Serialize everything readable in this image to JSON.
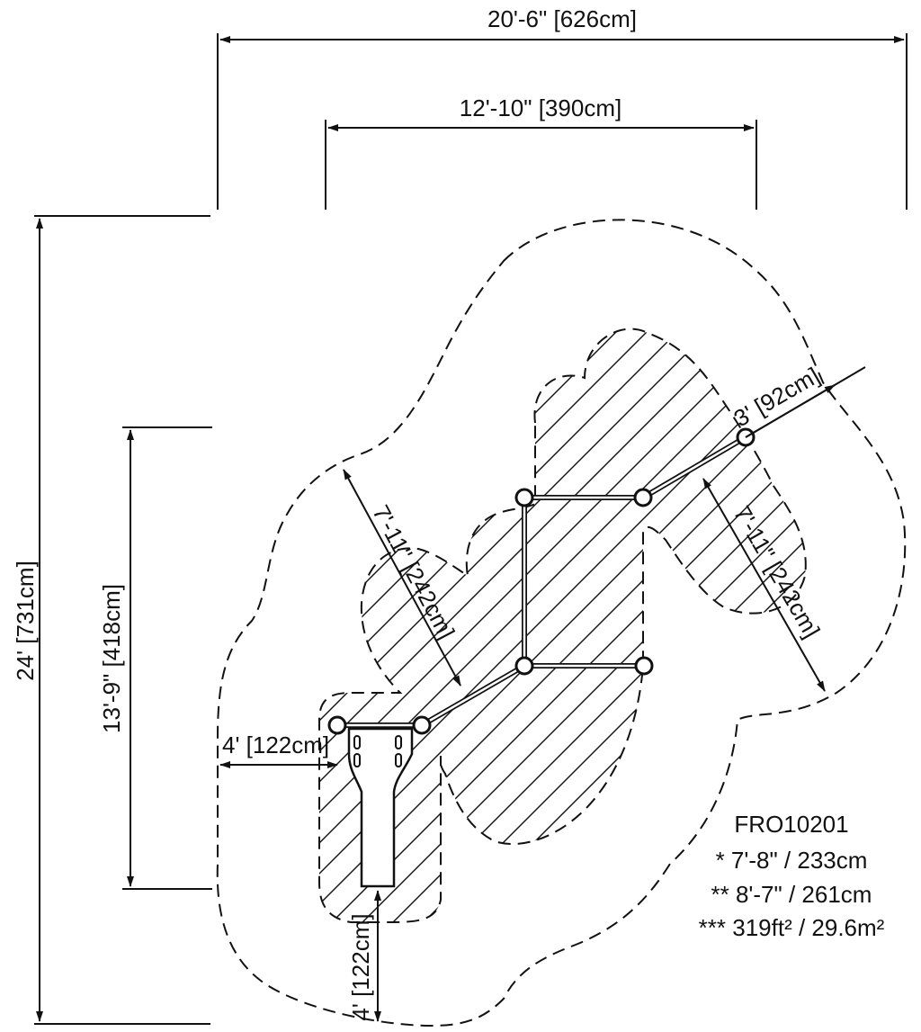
{
  "dimensions": {
    "overall_width": "20'-6\" [626cm]",
    "inner_width": "12'-10\" [390cm]",
    "overall_height": "24' [731cm]",
    "inner_height": "13'-9\" [418cm]",
    "diag_left": "7'-11\" [242cm]",
    "diag_right": "7'-11\" [242cm]",
    "end_clearance": "3' [92cm]",
    "side_clearance": "4' [122cm]",
    "bottom_clearance": "4' [122cm]"
  },
  "product": {
    "code": "FRO10201",
    "height_1": "* 7'-8\" / 233cm",
    "height_2": "** 8'-7\" / 261cm",
    "area": "*** 319ft² / 29.6m²"
  }
}
